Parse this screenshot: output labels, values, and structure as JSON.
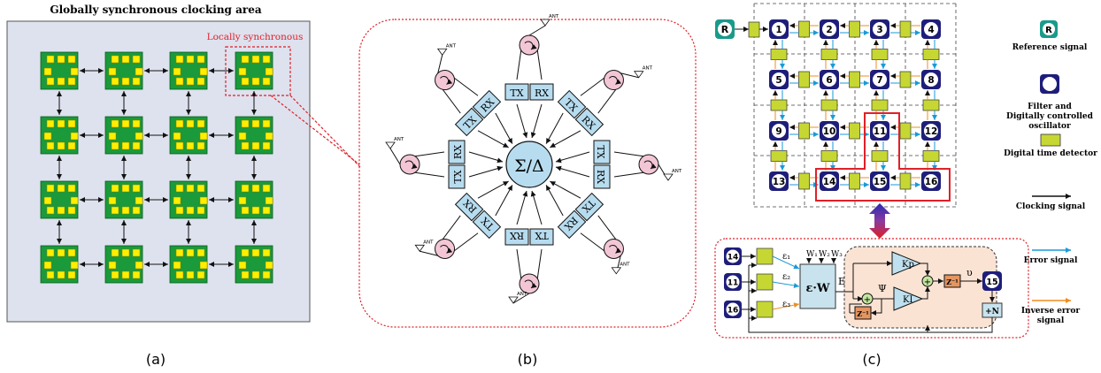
{
  "panel_a": {
    "title": "Globally synchronous clocking area",
    "local_label": "Locally synchronous",
    "caption": "(a)"
  },
  "panel_b": {
    "center_label": "Σ/Δ",
    "tx": "TX",
    "rx": "RX",
    "ant": "ANT",
    "caption": "(b)"
  },
  "panel_c": {
    "ref_node": "R",
    "nodes": [
      "1",
      "2",
      "3",
      "4",
      "5",
      "6",
      "7",
      "8",
      "9",
      "10",
      "11",
      "12",
      "13",
      "14",
      "15",
      "16"
    ],
    "inset": {
      "inputs": [
        "14",
        "11",
        "16"
      ],
      "errors": [
        "ε₁",
        "ε₂",
        "ε₃"
      ],
      "weights": [
        "W₁",
        "W₂",
        "W₃"
      ],
      "ew_block": "ε·W",
      "e_label": "E",
      "psi": "Ψ",
      "kp": "Kp",
      "ki": "KI",
      "z_inv": "Z⁻¹",
      "z_inv2": "Z⁻¹",
      "upsilon": "υ",
      "out_node": "15",
      "plus_n": "+N"
    },
    "caption": "(c)"
  },
  "legend": {
    "ref_icon": "R",
    "reference": "Reference signal",
    "filter": "Filter and Digitally controlled oscillator",
    "filter_l1": "Filter and",
    "filter_l2": "Digitally controlled",
    "filter_l3": "oscillator",
    "detector": "Digital time detector",
    "clocking": "Clocking signal",
    "error": "Error signal",
    "inverse": "Inverse error signal",
    "inverse_l1": "Inverse error",
    "inverse_l2": "signal"
  },
  "colors": {
    "chip_green": "#1a9a3a",
    "pad_yellow": "#ffee00",
    "panel_bg": "#dde2ee",
    "tx_rx_fill": "#b7dcef",
    "circ_pink": "#f3c6d6",
    "node_navy": "#1e1e7a",
    "detector": "#c6d733",
    "ref_teal": "#1a9a8a",
    "err_blue": "#1a9ad8",
    "inv_orange": "#f08c1e",
    "red": "#e0202a"
  }
}
